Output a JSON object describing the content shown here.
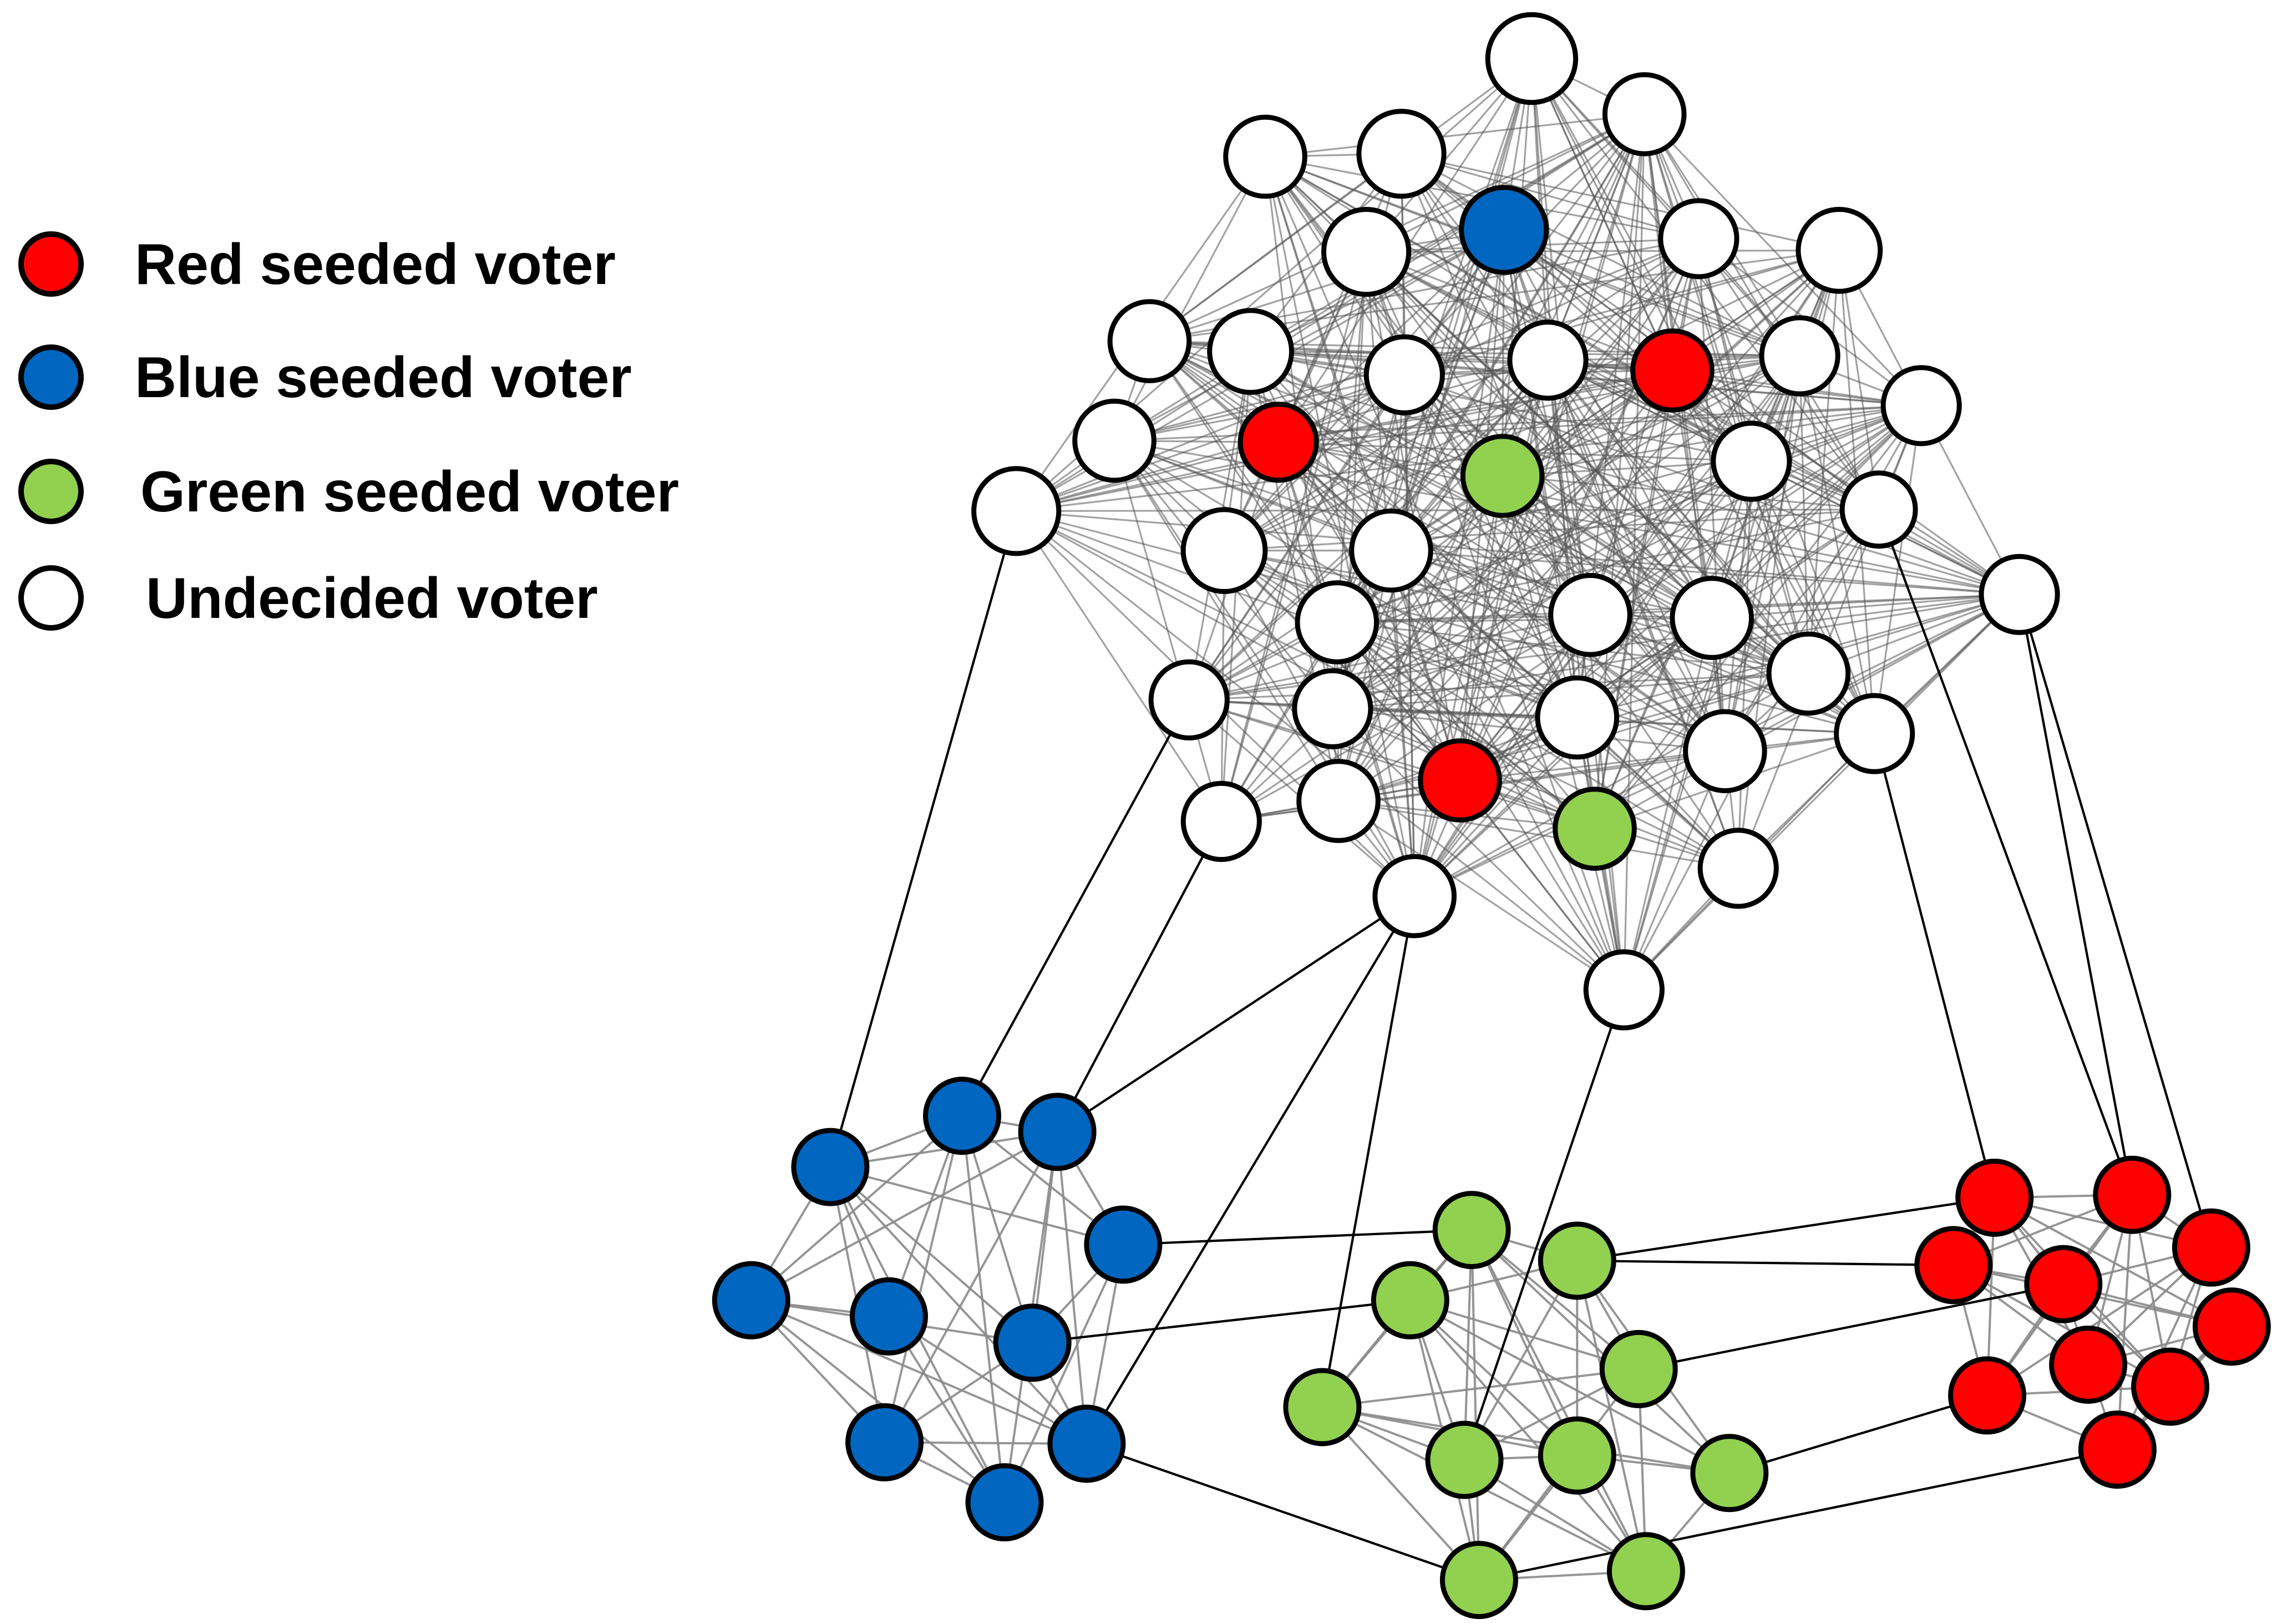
{
  "legend": {
    "items": [
      {
        "label": "Red seeded voter",
        "color": "#ff0000"
      },
      {
        "label": "Blue seeded voter",
        "color": "#0066bf"
      },
      {
        "label": "Green seeded voter",
        "color": "#92d050"
      },
      {
        "label": "Undecided voter",
        "color": "#ffffff"
      }
    ]
  },
  "colors": {
    "red": "#ff0000",
    "blue": "#0066bf",
    "green": "#92d050",
    "white": "#ffffff",
    "outline": "#000000",
    "dense_edge": "#555555",
    "cluster_edge": "#8a8a8a",
    "bridge_edge": "#000000"
  }
}
